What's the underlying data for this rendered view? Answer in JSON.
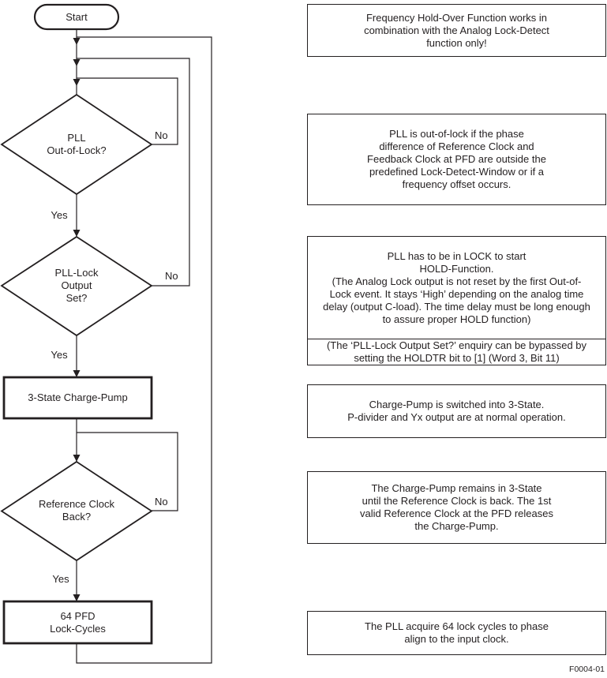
{
  "colors": {
    "line": "#231f20",
    "background": "#ffffff"
  },
  "flowchart": {
    "start": {
      "label": "Start"
    },
    "decision_pll_out_of_lock": {
      "label": "PLL\nOut-of-Lock?",
      "no_label": "No",
      "yes_label": "Yes"
    },
    "decision_pll_lock_output_set": {
      "label": "PLL-Lock\nOutput\nSet?",
      "no_label": "No",
      "yes_label": "Yes"
    },
    "process_three_state_charge_pump": {
      "label": "3-State Charge-Pump"
    },
    "decision_reference_clock_back": {
      "label": "Reference Clock\nBack?",
      "no_label": "No",
      "yes_label": "Yes"
    },
    "process_64_pfd_lock_cycles": {
      "label": "64 PFD\nLock-Cycles"
    }
  },
  "notes": {
    "hold_over_function": "Frequency Hold-Over Function works in\ncombination with the Analog Lock-Detect\nfunction only!",
    "out_of_lock": "PLL is out-of-lock if the phase\ndifference of Reference Clock and\nFeedback Clock at PFD are outside the\npredefined Lock-Detect-Window or if a\nfrequency offset occurs.",
    "lock_to_start_hold": "PLL has to be in LOCK to start\nHOLD-Function.\n(The Analog Lock output is not reset by the first Out-of-\nLock event. It stays ‘High’ depending on the analog time\ndelay (output C-load). The time delay must be long enough\nto assure proper HOLD function)",
    "holdtr_bypass": "(The ‘PLL-Lock Output Set?’ enquiry can be bypassed by\nsetting the HOLDTR bit to [1] (Word 3, Bit 11)",
    "charge_pump_three_state": "Charge-Pump is switched into 3-State.\nP-divider and Yx output are at normal operation.",
    "charge_pump_remains": "The Charge-Pump remains in 3-State\nuntil the Reference Clock is back. The 1st\nvalid Reference Clock at the PFD releases\nthe Charge-Pump.",
    "lock_cycles": "The PLL acquire 64 lock cycles to phase\nalign to the input clock."
  },
  "footer": {
    "figure_id": "F0004-01"
  }
}
